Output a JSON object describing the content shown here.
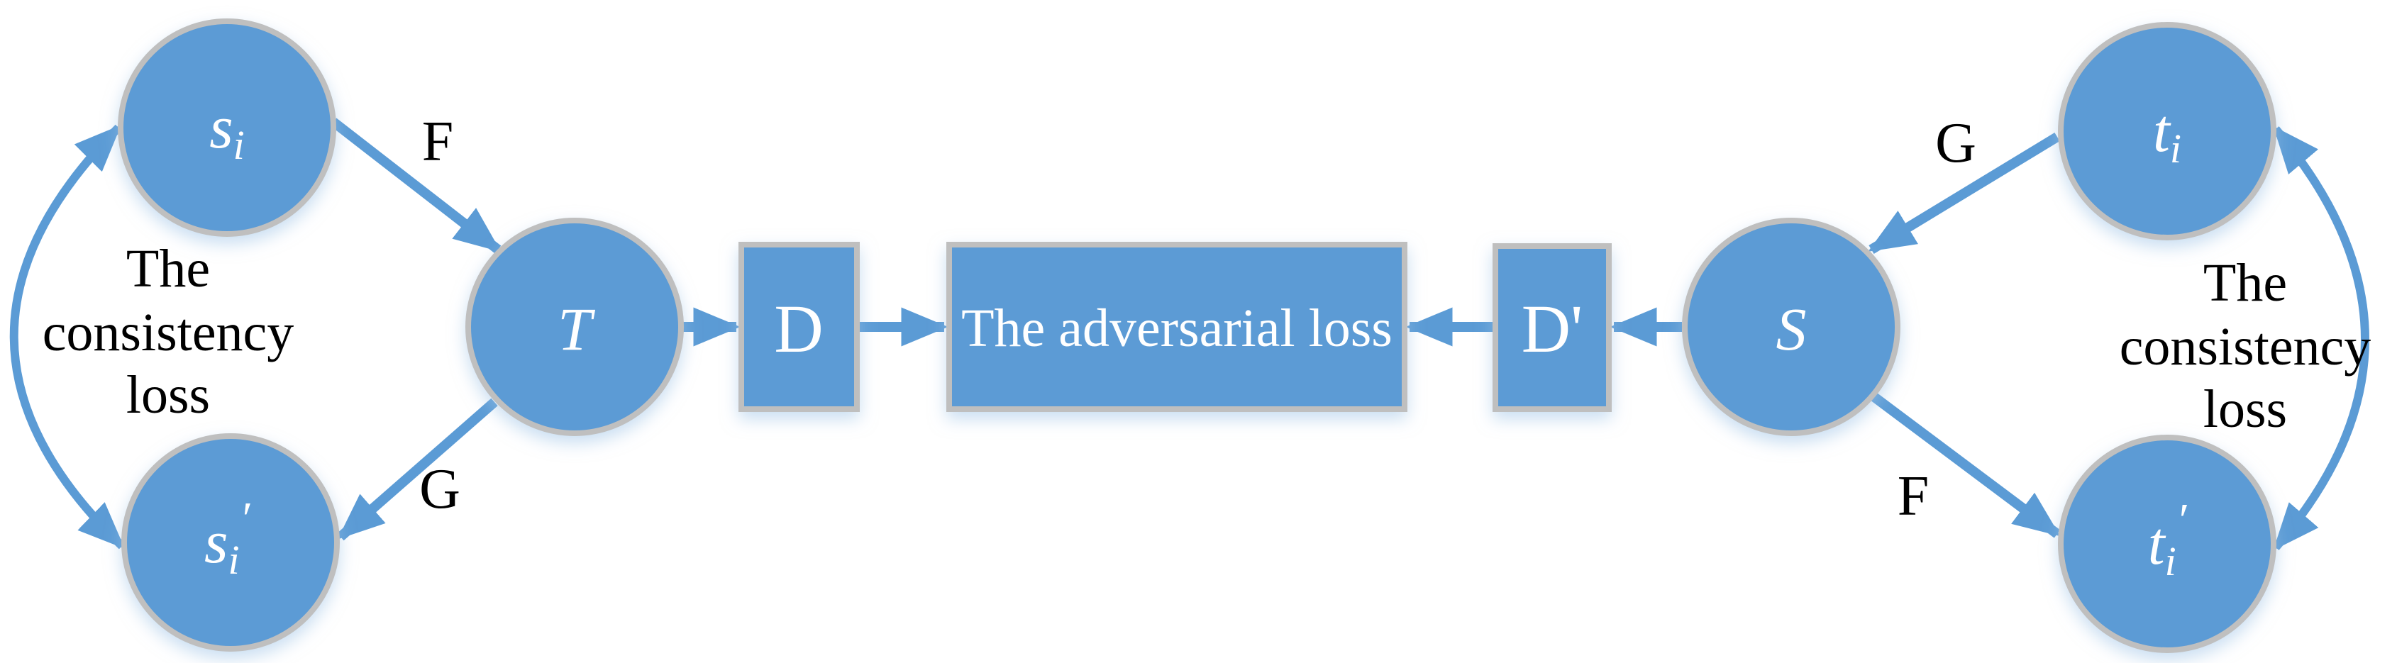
{
  "figure": {
    "type": "diagram",
    "description_visible_text_only": true
  },
  "colors": {
    "node_fill": "#5b9bd5",
    "node_border": "#bfbfbf",
    "arrow": "#5b9bd5",
    "node_text": "#ffffff",
    "annotation_text": "#000000",
    "background": "#ffffff"
  },
  "nodes": {
    "s_i": {
      "main": "s",
      "sub": "i",
      "prime": ""
    },
    "s_i_prime": {
      "main": "s",
      "sub": "i",
      "prime": "′"
    },
    "T": {
      "label": "T"
    },
    "D": {
      "label": "D"
    },
    "adversarial": {
      "label": "The adversarial loss"
    },
    "D_prime": {
      "label": "D'"
    },
    "S": {
      "label": "S"
    },
    "t_i": {
      "main": "t",
      "sub": "i",
      "prime": ""
    },
    "t_i_prime": {
      "main": "t",
      "sub": "i",
      "prime": "′"
    }
  },
  "edge_labels": {
    "left_F": "F",
    "left_G": "G",
    "right_G": "G",
    "right_F": "F"
  },
  "annotations": {
    "left_consistency": {
      "line1": "The",
      "line2": "consistency",
      "line3": "loss"
    },
    "right_consistency": {
      "line1": "The",
      "line2": "consistency",
      "line3": "loss"
    }
  }
}
